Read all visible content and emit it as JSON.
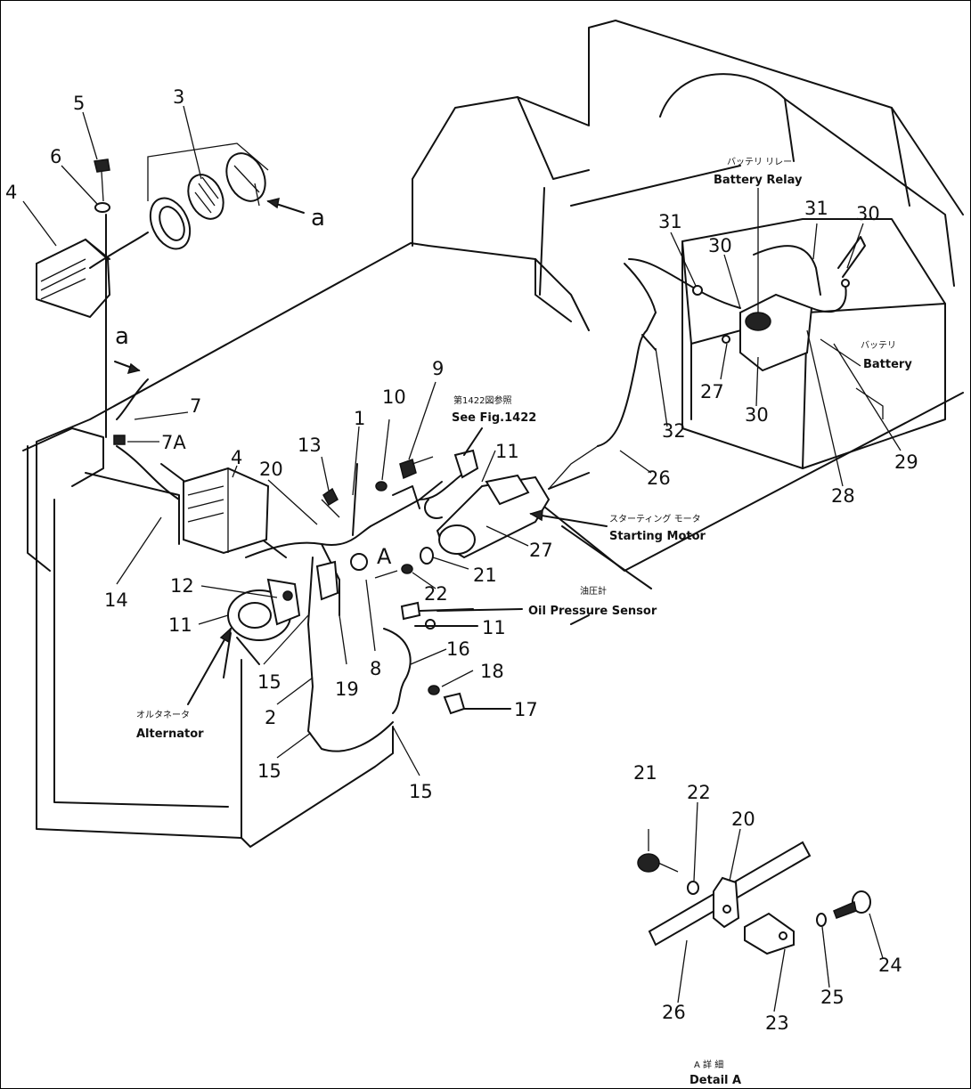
{
  "callouts": {
    "c1": "1",
    "c2": "2",
    "c3": "3",
    "c4a": "4",
    "c4b": "4",
    "c5": "5",
    "c6": "6",
    "c7": "7",
    "c7a": "7A",
    "c8": "8",
    "c9": "9",
    "c10": "10",
    "c11a": "11",
    "c11b": "11",
    "c11c": "11",
    "c12": "12",
    "c13": "13",
    "c14": "14",
    "c15a": "15",
    "c15b": "15",
    "c15c": "15",
    "c16": "16",
    "c17": "17",
    "c18": "18",
    "c19": "19",
    "c20a": "20",
    "c20b": "20",
    "c21a": "21",
    "c21b": "21",
    "c22a": "22",
    "c22b": "22",
    "c23": "23",
    "c24": "24",
    "c25": "25",
    "c26a": "26",
    "c26b": "26",
    "c27a": "27",
    "c27b": "27",
    "c28": "28",
    "c29": "29",
    "c30a": "30",
    "c30b": "30",
    "c30c": "30",
    "c31a": "31",
    "c31b": "31",
    "c32": "32",
    "ref_a1": "a",
    "ref_a2": "a",
    "ref_A": "A"
  },
  "labels": {
    "battery_relay_jp": "バッテリ リレー",
    "battery_relay": "Battery Relay",
    "battery_jp": "バッテリ",
    "battery": "Battery",
    "see_fig_jp": "第1422図参照",
    "see_fig": "See Fig.1422",
    "starting_motor_jp": "スターティング モータ",
    "starting_motor": "Starting Motor",
    "oil_pressure_jp": "油圧計",
    "oil_pressure": "Oil Pressure Sensor",
    "alternator_jp": "オルタネータ",
    "alternator": "Alternator",
    "detail_jp": "A 詳 細",
    "detail": "Detail A"
  }
}
